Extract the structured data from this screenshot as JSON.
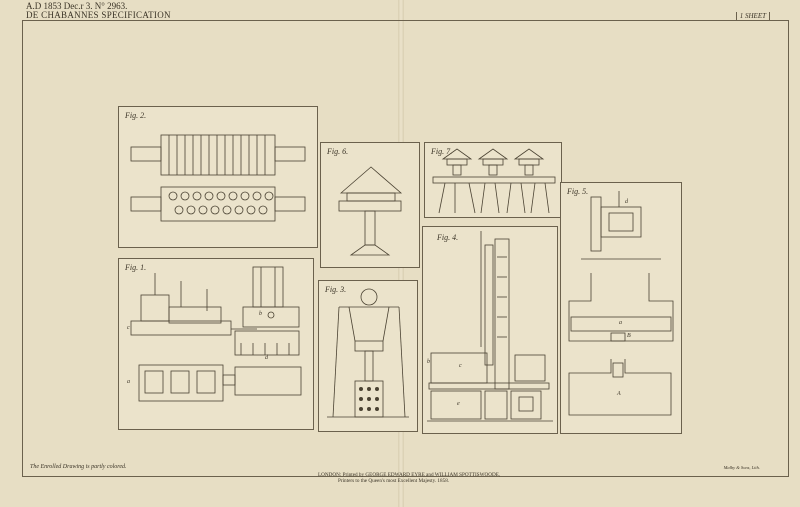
{
  "header": {
    "line1": "A.D 1853 Dec.r 3. N° 2963.",
    "line2": "DE CHABANNES SPECIFICATION"
  },
  "sheet_label": "1 SHEET",
  "figures": {
    "fig2": "Fig. 2.",
    "fig1": "Fig. 1.",
    "fig6": "Fig. 6.",
    "fig3": "Fig. 3.",
    "fig7": "Fig. 7.",
    "fig4": "Fig. 4.",
    "fig5": "Fig. 5."
  },
  "letters": {
    "a": "a",
    "b": "b",
    "c": "c",
    "d": "d",
    "e": "e",
    "A": "A",
    "B": "B"
  },
  "note": "The Enrolled Drawing is partly colored.",
  "imprint_line1": "LONDON: Printed by GEORGE EDWARD EYRE and WILLIAM SPOTTISWOODE,",
  "imprint_line2": "Printers to the Queen's most Excellent Majesty. 1858.",
  "engraver": "Malby & Sons, Lith."
}
